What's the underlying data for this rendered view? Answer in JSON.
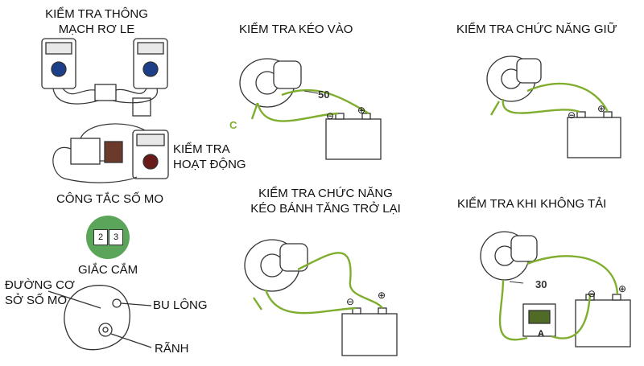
{
  "left": {
    "relay_title_line1": "KIỂM TRA THÔNG",
    "relay_title_line2": "MẠCH RƠ LE",
    "operation_line1": "KIỂM TRA",
    "operation_line2": "HOẠT ĐỘNG",
    "switch_title": "CÔNG TẮC SỐ MO",
    "connector_pin_2": "2",
    "connector_pin_3": "3",
    "connector_label": "GIẮC CẮM",
    "base_line1": "ĐƯỜNG CƠ",
    "base_line2": "SỞ SỐ MO",
    "bolt_label": "BU LÔNG",
    "groove_label": "RÃNH"
  },
  "panels": {
    "pull_in": {
      "title": "KIỂM TRA KÉO VÀO",
      "terminal": "C",
      "number": "50"
    },
    "hold_in": {
      "title": "KIỂM TRA CHỨC NĂNG GIỮ"
    },
    "return_line1": "KIỂM TRA CHỨC NĂNG",
    "return_line2": "KÉO BÁNH TĂNG TRỞ LẠI",
    "no_load": {
      "title": "KIỂM TRA KHI KHÔNG TẢI",
      "number": "30",
      "meter": "A"
    }
  },
  "battery": {
    "minus": "⊖",
    "plus": "⊕"
  },
  "colors": {
    "wire_green": "#7fae2e",
    "outline": "#333333",
    "connector_green": "#5aa55a"
  }
}
